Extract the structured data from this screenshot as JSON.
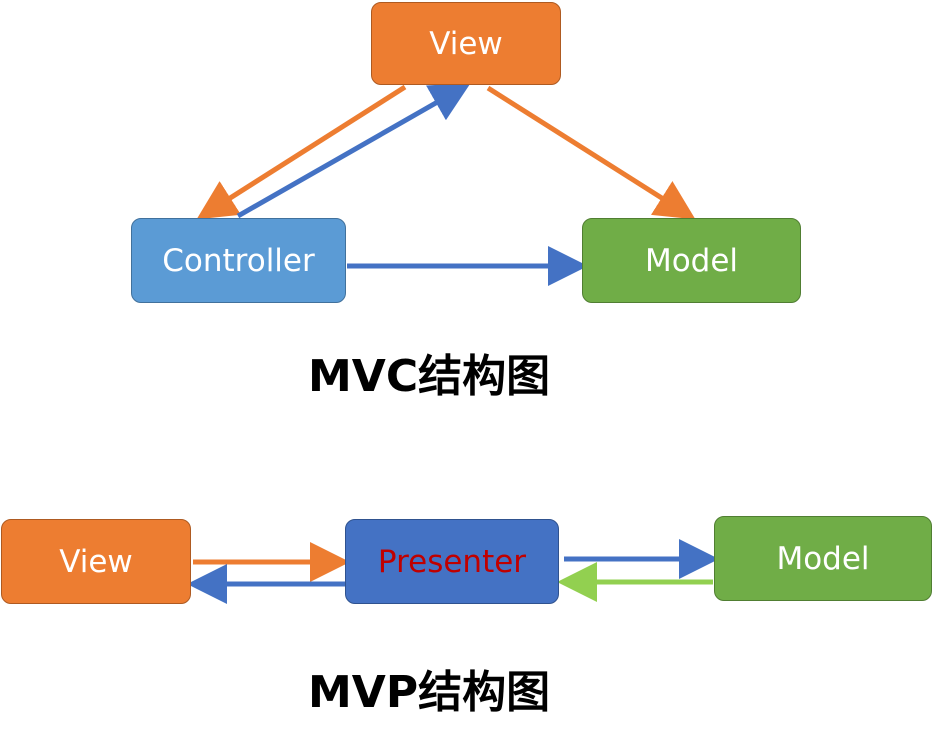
{
  "mvc": {
    "view_label": "View",
    "controller_label": "Controller",
    "model_label": "Model",
    "caption": "MVC结构图"
  },
  "mvp": {
    "view_label": "View",
    "presenter_label": "Presenter",
    "model_label": "Model",
    "caption": "MVP结构图"
  },
  "colors": {
    "view": "#ED7D31",
    "controller": "#5B9BD5",
    "model": "#70AD47",
    "presenter": "#4472C4",
    "presenter_text": "#C00000",
    "arrow_orange": "#ED7D31",
    "arrow_blue": "#4472C4",
    "arrow_green": "#92D050"
  }
}
